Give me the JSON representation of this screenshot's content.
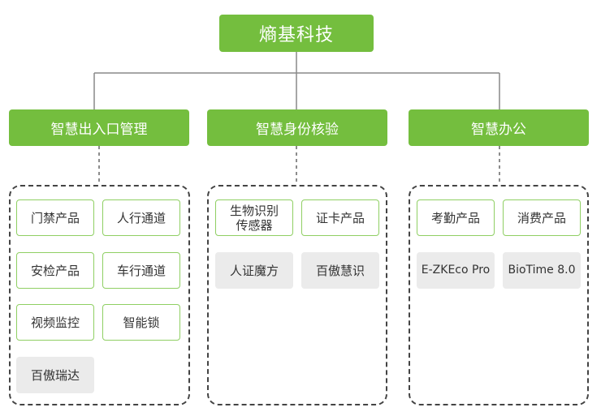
{
  "root": {
    "label": "熵基科技"
  },
  "categories": [
    {
      "label": "智慧出入口管理",
      "items": [
        {
          "label": "门禁产品",
          "style": "outlined"
        },
        {
          "label": "人行通道",
          "style": "outlined"
        },
        {
          "label": "安检产品",
          "style": "outlined"
        },
        {
          "label": "车行通道",
          "style": "outlined"
        },
        {
          "label": "视频监控",
          "style": "outlined"
        },
        {
          "label": "智能锁",
          "style": "outlined"
        },
        {
          "label": "百傲瑞达",
          "style": "gray"
        }
      ]
    },
    {
      "label": "智慧身份核验",
      "items": [
        {
          "label": "生物识别\n传感器",
          "style": "outlined"
        },
        {
          "label": "证卡产品",
          "style": "outlined"
        },
        {
          "label": "人证魔方",
          "style": "gray"
        },
        {
          "label": "百傲慧识",
          "style": "gray"
        }
      ]
    },
    {
      "label": "智慧办公",
      "items": [
        {
          "label": "考勤产品",
          "style": "outlined"
        },
        {
          "label": "消费产品",
          "style": "outlined"
        },
        {
          "label": "E-ZKEco Pro",
          "style": "gray"
        },
        {
          "label": "BioTime 8.0",
          "style": "gray"
        }
      ]
    }
  ],
  "colors": {
    "accent": "#74be3e",
    "outline": "#8fcf63",
    "gray_fill": "#ebebeb",
    "connector": "#888888"
  }
}
